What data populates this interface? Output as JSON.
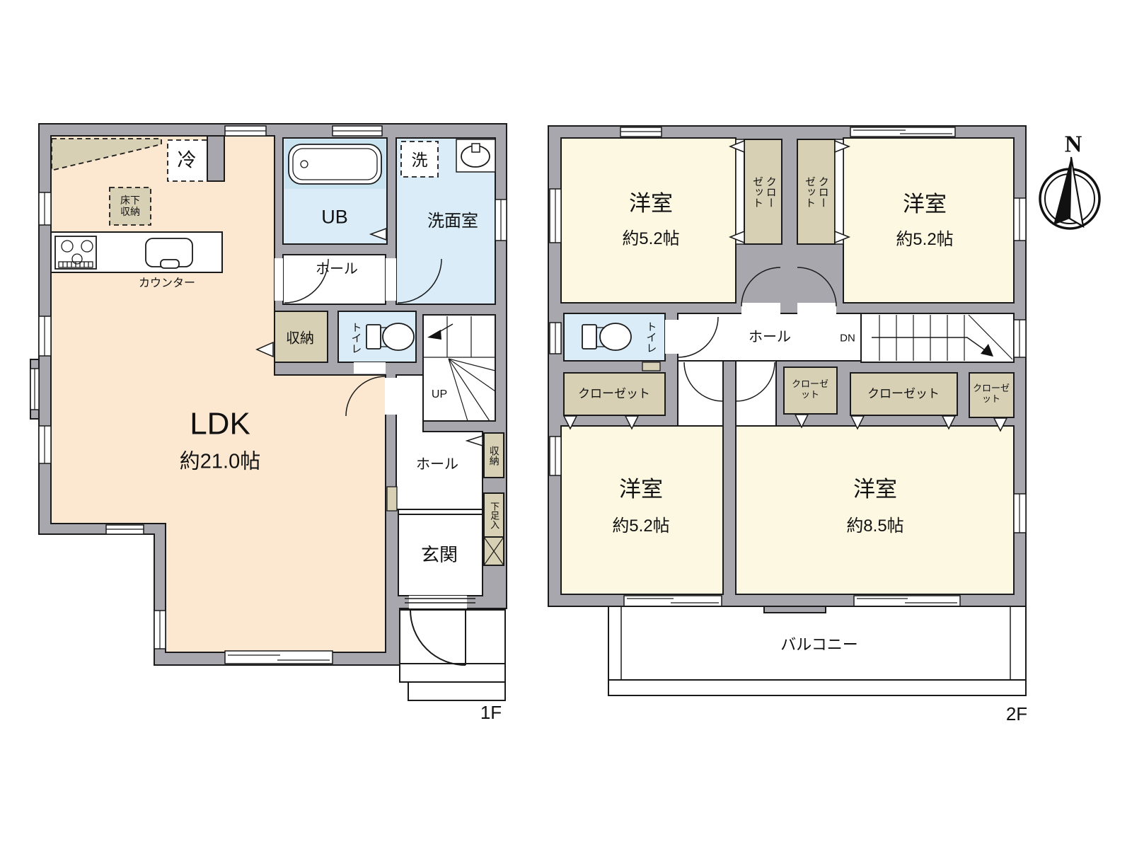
{
  "floor1": {
    "floor_label": "1F",
    "ldk_name": "LDK",
    "ldk_size": "約21.0帖",
    "counter": "カウンター",
    "fridge": "冷",
    "floor_storage": "床下収納",
    "unit_bath": "UB",
    "laundry": "洗",
    "washroom": "洗面室",
    "hall_upper": "ホール",
    "hall_lower": "ホール",
    "storage_mid": "収納",
    "storage_east": "収納",
    "toilet": "トイレ",
    "stairs": "UP",
    "entrance": "玄関",
    "shoe_cabinet": "下足入"
  },
  "floor2": {
    "floor_label": "2F",
    "room_nw_name": "洋室",
    "room_nw_size": "約5.2帖",
    "room_ne_name": "洋室",
    "room_ne_size": "約5.2帖",
    "room_sw_name": "洋室",
    "room_sw_size": "約5.2帖",
    "room_se_name": "洋室",
    "room_se_size": "約8.5帖",
    "closet_nw": "クローゼット",
    "closet_ne": "クローゼット",
    "closet_w": "クローゼット",
    "closet_c": "クローゼット",
    "closet_mid": "クローゼット",
    "closet_e": "クローゼット",
    "hall": "ホール",
    "toilet": "トイレ",
    "stairs": "DN",
    "balcony": "バルコニー"
  },
  "compass": {
    "north": "N"
  },
  "colors": {
    "wall": "#a7a7ad",
    "ldk_fill": "#fce8d1",
    "room_fill": "#fdf8e2",
    "wet_fill": "#d9ecf7",
    "closet_fill": "#d8d0b4",
    "outline": "#1a1a1a"
  }
}
